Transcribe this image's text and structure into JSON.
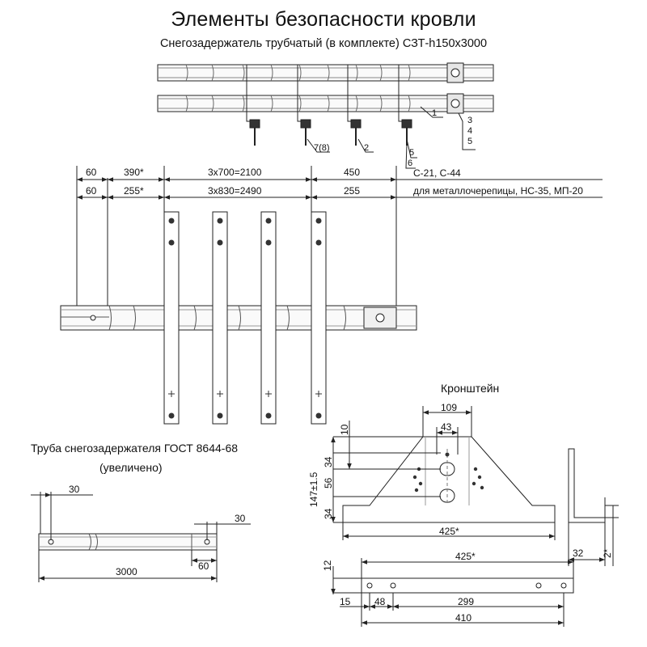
{
  "header": {
    "title": "Элементы безопасности кровли",
    "subtitle": "Снегозадержатель трубчатый (в комплекте) СЗТ-h150x3000"
  },
  "callouts": [
    "1",
    "3",
    "4",
    "5",
    "7(8)",
    "2",
    "5",
    "6"
  ],
  "dimension_rows": {
    "row1": {
      "labels": [
        "60",
        "390*",
        "3x700=2100",
        "450"
      ],
      "note": "С-21, С-44"
    },
    "row2": {
      "labels": [
        "60",
        "255*",
        "3x830=2490",
        "255"
      ],
      "note": "для металлочерепицы, НС-35, МП-20"
    }
  },
  "tube": {
    "title": "Труба снегозадержателя ГОСТ 8644-68",
    "subtitle": "(увеличено)",
    "dims": [
      "30",
      "30",
      "60",
      "3000"
    ]
  },
  "bracket": {
    "title": "Кронштейн",
    "top_dims": [
      "109",
      "43"
    ],
    "side_dims": [
      "10",
      "34",
      "56",
      "34",
      "147±1.5"
    ],
    "width_dim": "425*",
    "profile_dims": [
      "32",
      "2*"
    ],
    "bottom": {
      "height": "12",
      "width": "425*",
      "dims": [
        "15",
        "48",
        "299",
        "410"
      ]
    }
  },
  "colors": {
    "line": "#222222",
    "fill_light": "#f4f4f4"
  }
}
